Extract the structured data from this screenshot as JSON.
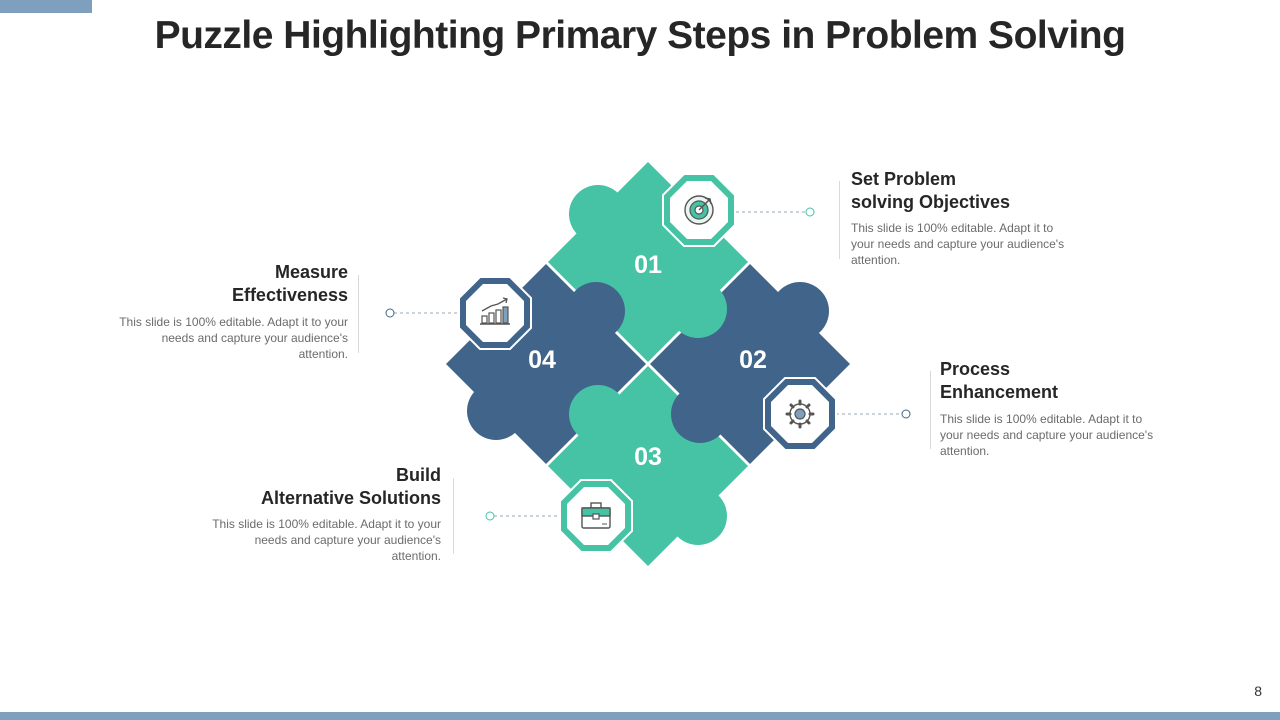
{
  "title": "Puzzle Highlighting Primary Steps in Problem Solving",
  "page_number": "8",
  "colors": {
    "teal": "#45c3a4",
    "navy": "#41658a",
    "accent_bar": "#7f9fbe"
  },
  "steps": [
    {
      "number": "01",
      "title_line1": "Set Problem",
      "title_line2": "solving Objectives",
      "description": "This slide is 100% editable. Adapt it to your needs and capture your audience's attention.",
      "icon": "target-icon",
      "color": "teal"
    },
    {
      "number": "02",
      "title_line1": "Process",
      "title_line2": "Enhancement",
      "description": "This slide is 100% editable. Adapt it to your needs and capture your audience's attention.",
      "icon": "gear-icon",
      "color": "navy"
    },
    {
      "number": "03",
      "title_line1": "Build",
      "title_line2": "Alternative Solutions",
      "description": "This slide is 100% editable. Adapt it to your needs and capture your audience's attention.",
      "icon": "briefcase-icon",
      "color": "teal"
    },
    {
      "number": "04",
      "title_line1": "Measure",
      "title_line2": "Effectiveness",
      "description": "This slide is 100% editable. Adapt it to your needs and capture your audience's attention.",
      "icon": "growth-chart-icon",
      "color": "navy"
    }
  ]
}
